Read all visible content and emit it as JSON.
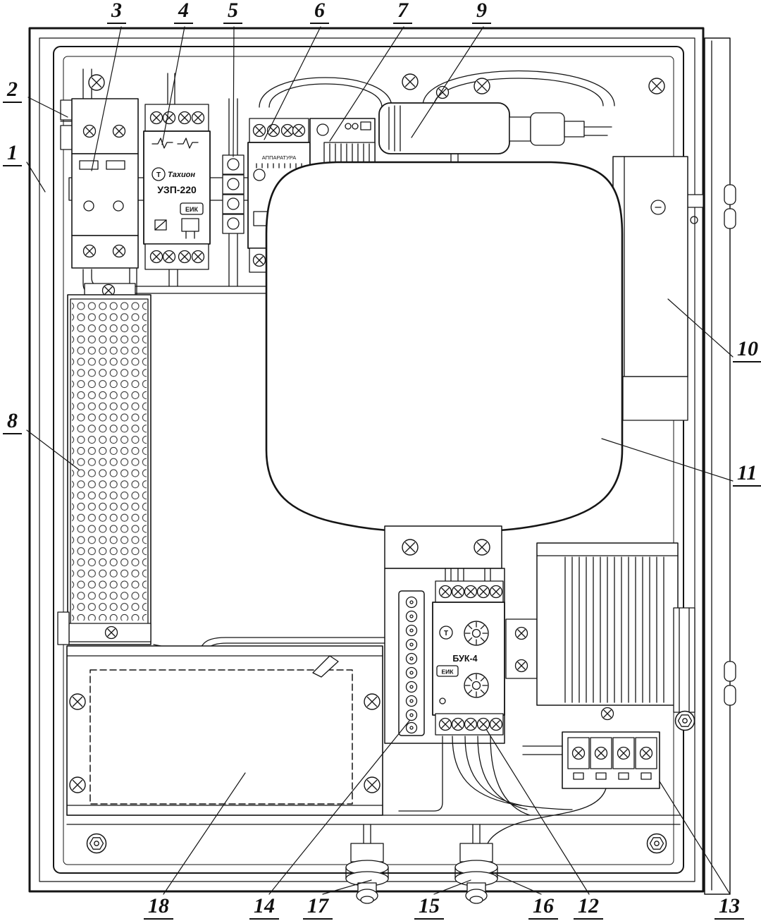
{
  "figure": {
    "type": "technical-line-drawing",
    "subject": "Electrical cabinet interior view with numbered component callouts",
    "callouts": [
      {
        "n": "1"
      },
      {
        "n": "2"
      },
      {
        "n": "3"
      },
      {
        "n": "4"
      },
      {
        "n": "5"
      },
      {
        "n": "6"
      },
      {
        "n": "7"
      },
      {
        "n": "8"
      },
      {
        "n": "9"
      },
      {
        "n": "10"
      },
      {
        "n": "11"
      },
      {
        "n": "12"
      },
      {
        "n": "13"
      },
      {
        "n": "14"
      },
      {
        "n": "15"
      },
      {
        "n": "16"
      },
      {
        "n": "17"
      },
      {
        "n": "18"
      }
    ],
    "labels": {
      "uzp_module": "УЗП-220",
      "buk_module": "БУК-4",
      "brand": "Тахион",
      "logo_letter": "Т",
      "cert_mark": "ЕИК",
      "module6_text": "АППАРАТУРА"
    }
  }
}
